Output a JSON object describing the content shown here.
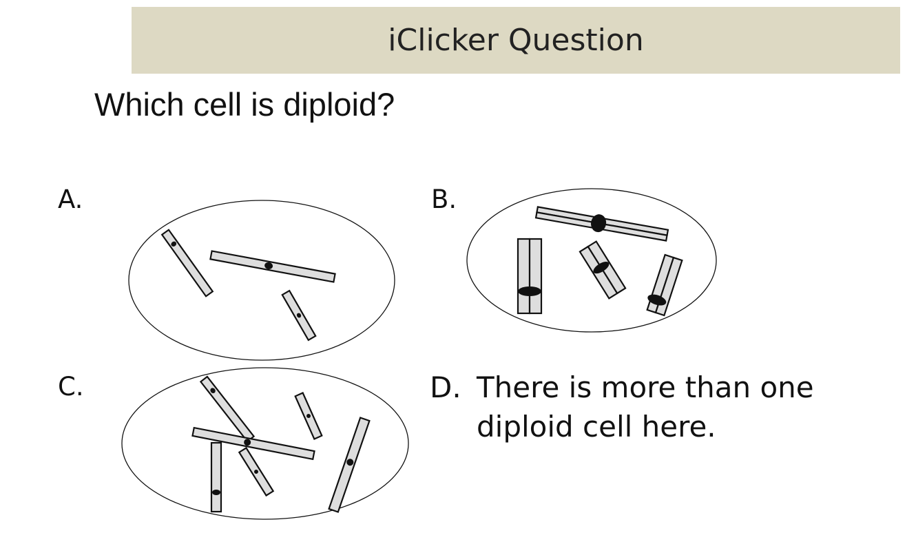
{
  "header": {
    "title": "iClicker Question"
  },
  "question": "Which cell is diploid?",
  "options": [
    {
      "letter": "A.",
      "icon": "cell-diagram-a"
    },
    {
      "letter": "B.",
      "icon": "cell-diagram-b"
    },
    {
      "letter": "C.",
      "icon": "cell-diagram-c"
    },
    {
      "letter": "D.",
      "text_line1": "There is more than one",
      "text_line2": "diploid cell here."
    }
  ],
  "colors": {
    "header_bg": "#ddd9c3",
    "chromosome_fill": "#dedede"
  }
}
